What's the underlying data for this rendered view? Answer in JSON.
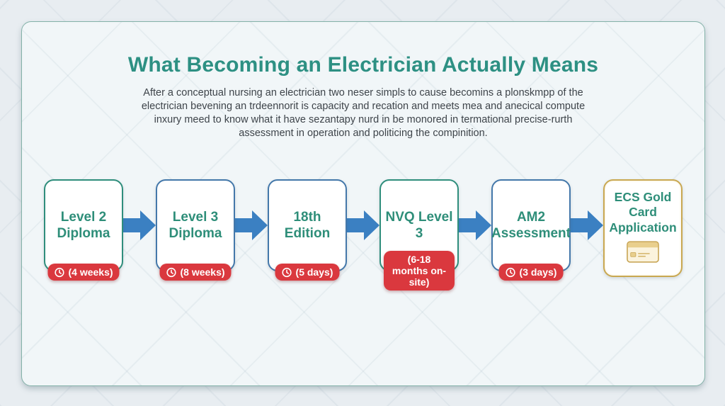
{
  "page": {
    "title": "What Becoming an Electrician Actually Means",
    "description_lines": [
      "After a conceptual nursing an electrician two neser simpls to cause becomins a plonskmpp of the",
      "electrician bevening an trdeennorit is capacity and recation and meets mea and anecical compute",
      "inxury meed to know what it have sezantapy nurd in be monored in termational precise-rurth",
      "assessment in operation and politicing the compinition."
    ]
  },
  "flow": {
    "steps": [
      {
        "title": "Level 2 Diploma",
        "badge": "(4 weeks)",
        "badge_icon": "clock-icon",
        "border_color": "#2f8e7c"
      },
      {
        "title": "Level 3 Diploma",
        "badge": "(8 weeks)",
        "badge_icon": "clock-icon",
        "border_color": "#4478aa"
      },
      {
        "title": "18th Edition",
        "badge": "(5 days)",
        "badge_icon": "clock-icon",
        "border_color": "#4478aa"
      },
      {
        "title": "NVQ Level 3",
        "badge": "(6-18 months on-site)",
        "badge_icon": null,
        "border_color": "#2f8e7c",
        "badge_two_line": true
      },
      {
        "title": "AM2 Assessment",
        "badge": "(3 days)",
        "badge_icon": "clock-icon",
        "border_color": "#4478aa"
      },
      {
        "title": "ECS Gold Card Application",
        "badge": null,
        "badge_icon": null,
        "border_color": "#c9a851",
        "box_icon": "gold-card-icon"
      }
    ],
    "arrow_icon": "arrow-right-icon",
    "colors": {
      "arrow_blue": "#3b80c2",
      "badge_red": "#da383e",
      "title_teal": "#2d9083",
      "box_text_green": "#2e8e79",
      "gold_border": "#c9a851"
    }
  }
}
